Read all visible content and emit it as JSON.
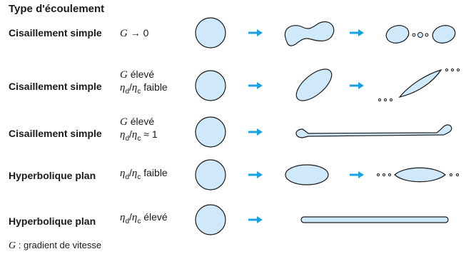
{
  "heading": "Type d'écoulement",
  "rows": [
    {
      "label": "Cisaillement simple",
      "cond_line1": "→ 0",
      "cond_line1_symbol": "G",
      "cond_line2": ""
    },
    {
      "label": "Cisaillement simple",
      "cond_line1": "élevé",
      "cond_line1_symbol": "G",
      "cond_line2": "faible"
    },
    {
      "label": "Cisaillement simple",
      "cond_line1": "élevé",
      "cond_line1_symbol": "G",
      "cond_line2": "≈ 1"
    },
    {
      "label": "Hyperbolique plan",
      "cond_line1": "",
      "cond_line1_symbol": "",
      "cond_line2": "faible"
    },
    {
      "label": "Hyperbolique plan",
      "cond_line1": "",
      "cond_line1_symbol": "",
      "cond_line2": "élevé"
    }
  ],
  "viscosity_ratio": {
    "eta": "η",
    "sub_d": "d",
    "sub_c": "c"
  },
  "footnote": {
    "symbol": "G",
    "text": " : gradient de vitesse"
  },
  "colors": {
    "drop_fill": "#cfe9fb",
    "drop_stroke": "#1a1a1a",
    "arrow": "#1ba1e2"
  }
}
